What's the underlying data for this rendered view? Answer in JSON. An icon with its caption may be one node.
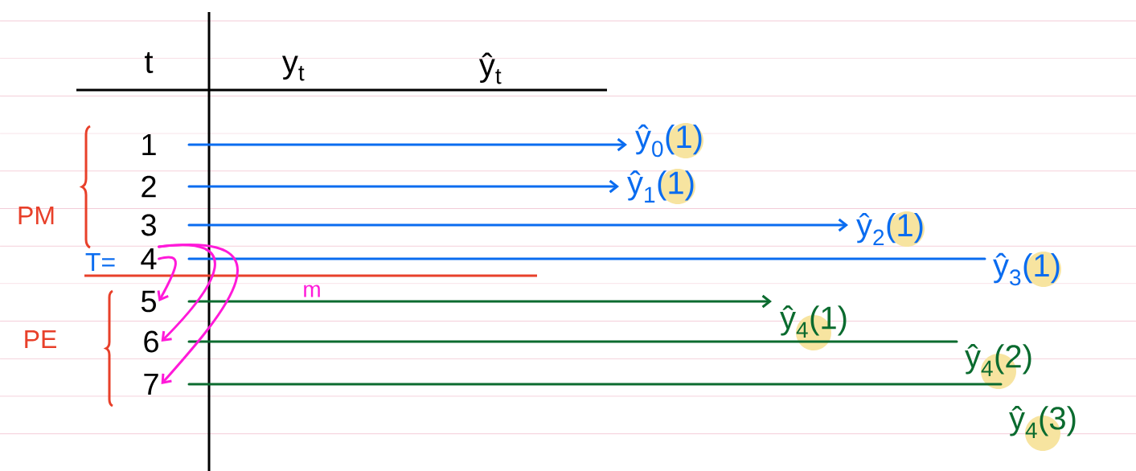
{
  "diagram": {
    "nodes": [
      {
        "text": [
          "1"
        ]
      },
      {
        "text": [
          "2"
        ]
      },
      {
        "text": [
          "3"
        ]
      },
      {
        "text": [
          "4"
        ]
      },
      {
        "text": [
          "5"
        ]
      },
      {
        "text": [
          "6"
        ]
      },
      {
        "text": [
          "7"
        ]
      },
      {
        "text": [
          "ŷ$_{0}$(1)"
        ]
      },
      {
        "text": [
          "ŷ$_{1}$(1)"
        ]
      },
      {
        "text": [
          "ŷ$_{2}$(1)"
        ]
      },
      {
        "text": [
          "ŷ$_{3}$(1)"
        ]
      },
      {
        "text": [
          "ŷ$_{4}$(1)"
        ]
      },
      {
        "text": [
          "ŷ$_{4}$(2)"
        ]
      },
      {
        "text": [
          "ŷ$_{4}$(3)"
        ]
      }
    ],
    "edges": [
      {
        "from": 0,
        "to": 7,
        "arrow": "to",
        "color": "#0a6cf0"
      },
      {
        "from": 1,
        "to": 8,
        "arrow": "to",
        "color": "#0a6cf0"
      },
      {
        "from": 2,
        "to": 9,
        "arrow": "to",
        "color": "#0a6cf0"
      },
      {
        "from": 3,
        "to": 10,
        "arrow": "none",
        "color": "#0a6cf0"
      },
      {
        "from": 4,
        "to": 11,
        "arrow": "to",
        "color": "#0b6b2f"
      },
      {
        "from": 5,
        "to": 12,
        "arrow": "none",
        "color": "#0b6b2f"
      },
      {
        "from": 6,
        "to": 13,
        "arrow": "none",
        "color": "#0b6b2f"
      },
      {
        "from": 3,
        "to": 4,
        "arrow": "to",
        "color": "#ff1ad9"
      },
      {
        "from": 3,
        "to": 5,
        "arrow": "to",
        "color": "#ff1ad9"
      },
      {
        "from": 3,
        "to": 6,
        "arrow": "to",
        "color": "#ff1ad9"
      }
    ],
    "labels": [
      "t",
      "y$_{t}$",
      "ŷ$_{t}$",
      "PM",
      "T=",
      "PE",
      "m"
    ]
  }
}
